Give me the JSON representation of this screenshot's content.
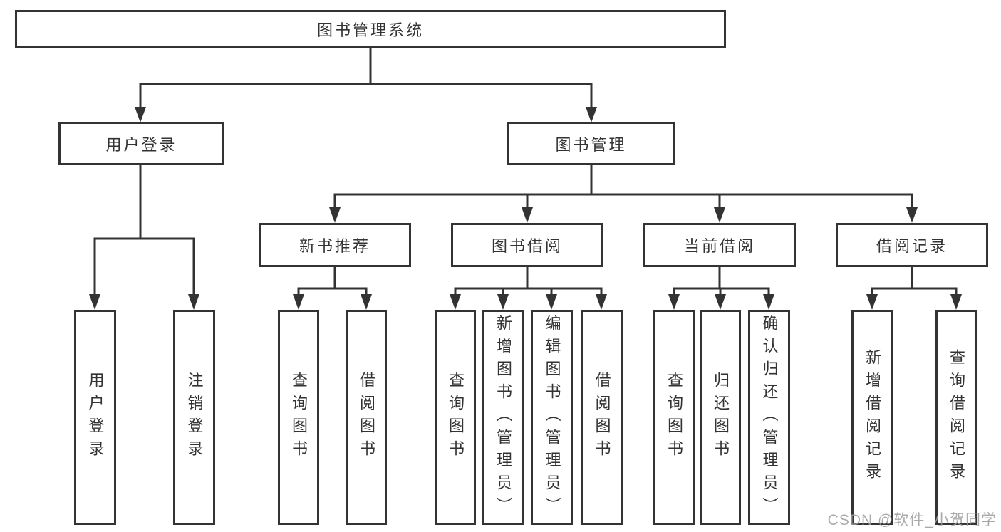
{
  "tree": {
    "root": {
      "label": "图书管理系统"
    },
    "level2": [
      {
        "label": "用户登录"
      },
      {
        "label": "图书管理"
      }
    ],
    "level3": [
      {
        "label": "新书推荐"
      },
      {
        "label": "图书借阅"
      },
      {
        "label": "当前借阅"
      },
      {
        "label": "借阅记录"
      }
    ],
    "leaves": {
      "user_login": [
        "用户登录",
        "注销登录"
      ],
      "new_book": [
        "查询图书",
        "借阅图书"
      ],
      "borrow": [
        "查询图书",
        "新增图书（管理员）",
        "编辑图书（管理员）",
        "借阅图书"
      ],
      "current": [
        "查询图书",
        "归还图书",
        "确认归还（管理员）"
      ],
      "records": [
        "新增借阅记录",
        "查询借阅记录"
      ]
    }
  },
  "watermark": {
    "text": "CSDN @软件_小贺同学"
  },
  "colors": {
    "line": "#333333",
    "text": "#333333",
    "watermark": "#9c9c9c",
    "background": "#ffffff"
  }
}
